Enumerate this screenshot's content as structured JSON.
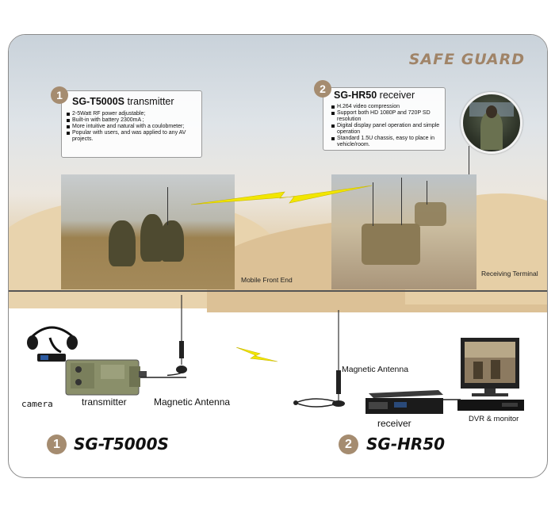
{
  "brand": "SAFE GUARD",
  "transmitter_box": {
    "number": "1",
    "model": "SG-T5000S",
    "suffix": " transmitter",
    "features": [
      "2-5Watt RF power adjustable;",
      "Built-in with battery 2300mA ;",
      "More intuitive and natural with a coulobmeter;",
      "Popular with users, and was applied to any AV projects."
    ]
  },
  "receiver_box": {
    "number": "2",
    "model": "SG-HR50",
    "suffix": " receiver",
    "features": [
      "H.264 video compression",
      "Support both HD 1080P and 720P SD resolution",
      "Digital display panel operation and simple operation",
      "Standard 1.5U chassis, easy to place in vehicle/room."
    ]
  },
  "captions": {
    "mobile": "Mobile Front End",
    "receiving": "Receiving Terminal"
  },
  "equipment": {
    "camera": "camera",
    "transmitter": "transmitter",
    "antenna_tx": "Magnetic Antenna",
    "antenna_rx": "Magnetic Antenna",
    "receiver": "receiver",
    "dvr": "DVR & monitor"
  },
  "products": [
    {
      "number": "1",
      "name": "SG-T5000S"
    },
    {
      "number": "2",
      "name": "SG-HR50"
    }
  ],
  "colors": {
    "accent": "#a58c70",
    "bolt": "#f2e600"
  }
}
